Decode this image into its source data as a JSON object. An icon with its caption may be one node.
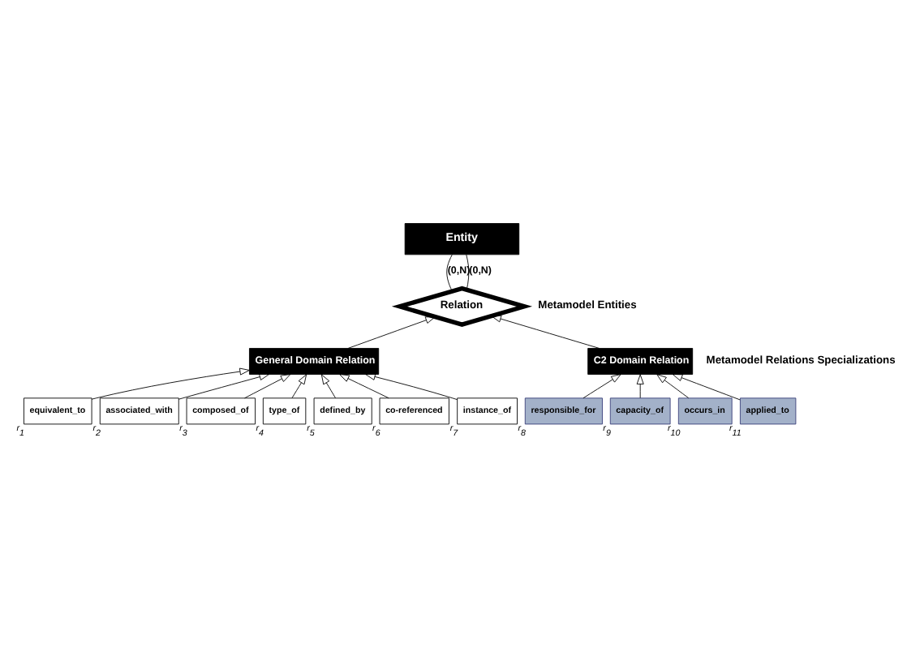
{
  "diagram": {
    "nodes": [
      {
        "text": [
          "Entity"
        ]
      },
      {
        "text": [
          "Relation"
        ]
      },
      {
        "text": [
          "General Domain Relation"
        ]
      },
      {
        "text": [
          "C2 Domain Relation"
        ]
      },
      {
        "text": [
          "equivalent_to"
        ],
        "beside": [
          "r$_{1}$"
        ]
      },
      {
        "text": [
          "associated_with"
        ],
        "beside": [
          "r$_{2}$"
        ]
      },
      {
        "text": [
          "composed_of"
        ],
        "beside": [
          "r$_{3}$"
        ]
      },
      {
        "text": [
          "type_of"
        ],
        "beside": [
          "r$_{4}$"
        ]
      },
      {
        "text": [
          "defined_by"
        ],
        "beside": [
          "r$_{5}$"
        ]
      },
      {
        "text": [
          "co-referenced"
        ],
        "beside": [
          "r$_{6}$"
        ]
      },
      {
        "text": [
          "instance_of"
        ],
        "beside": [
          "r$_{7}$"
        ]
      },
      {
        "text": [
          "responsible_for"
        ],
        "beside": [
          "r$_{8}$"
        ]
      },
      {
        "text": [
          "capacity_of"
        ],
        "beside": [
          "r$_{9}$"
        ]
      },
      {
        "text": [
          "occurs_in"
        ],
        "beside": [
          "r$_{10}$"
        ]
      },
      {
        "text": [
          "applied_to"
        ],
        "beside": [
          "r$_{11}$"
        ]
      }
    ],
    "edges": [
      {
        "from": 0,
        "to": 1,
        "arrow": "none",
        "label": "(0,N)"
      },
      {
        "from": 0,
        "to": 1,
        "arrow": "none",
        "label": "(0,N)"
      },
      {
        "from": 2,
        "to": 1,
        "arrow": "to"
      },
      {
        "from": 3,
        "to": 1,
        "arrow": "to"
      },
      {
        "from": 4,
        "to": 2,
        "arrow": "to"
      },
      {
        "from": 5,
        "to": 2,
        "arrow": "to"
      },
      {
        "from": 6,
        "to": 2,
        "arrow": "to"
      },
      {
        "from": 7,
        "to": 2,
        "arrow": "to"
      },
      {
        "from": 8,
        "to": 2,
        "arrow": "to"
      },
      {
        "from": 9,
        "to": 2,
        "arrow": "to"
      },
      {
        "from": 10,
        "to": 2,
        "arrow": "to"
      },
      {
        "from": 11,
        "to": 3,
        "arrow": "to"
      },
      {
        "from": 12,
        "to": 3,
        "arrow": "to"
      },
      {
        "from": 13,
        "to": 3,
        "arrow": "to"
      },
      {
        "from": 14,
        "to": 3,
        "arrow": "to"
      }
    ],
    "labels": [
      "Metamodel Entities",
      "Metamodel Relations Specializations"
    ]
  }
}
